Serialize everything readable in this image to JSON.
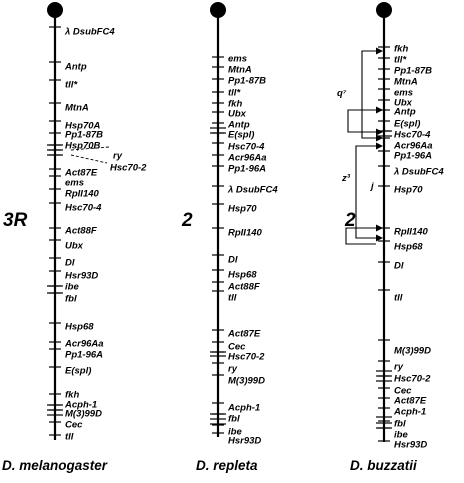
{
  "maps": [
    {
      "chromosome": "3R",
      "species": "D. melanogaster",
      "genes": [
        "λ DsubFC4",
        "Antp",
        "tll*",
        "MtnA",
        "Hsp70A",
        "Pp1-87B",
        "Hsp70B",
        "ry",
        "Hsc70-2",
        "Act87E",
        "ems",
        "RpII140",
        "Hsc70-4",
        "Act88F",
        "Ubx",
        "Dl",
        "Hsr93D",
        "ibe",
        "fbl",
        "Hsp68",
        "Acr96Aa",
        "Pp1-96A",
        "E(spl)",
        "fkh",
        "Acph-1",
        "M(3)99D",
        "Cec",
        "tll"
      ]
    },
    {
      "chromosome": "2",
      "species": "D. repleta",
      "genes": [
        "ems",
        "MtnA",
        "Pp1-87B",
        "tll*",
        "fkh",
        "Ubx",
        "Antp",
        "E(spl)",
        "Hsc70-4",
        "Acr96Aa",
        "Pp1-96A",
        "λ DsubFC4",
        "Hsp70",
        "RpII140",
        "Dl",
        "Hsp68",
        "Act88F",
        "tll",
        "Act87E",
        "Cec",
        "Hsc70-2",
        "ry",
        "M(3)99D",
        "Acph-1",
        "fbl",
        "ibe",
        "Hsr93D"
      ]
    },
    {
      "chromosome": "2",
      "species": "D. buzzatii",
      "genes": [
        "fkh",
        "tll*",
        "Pp1-87B",
        "MtnA",
        "ems",
        "Ubx",
        "Antp",
        "E(spl)",
        "Hsc70-4",
        "Acr96Aa",
        "Pp1-96A",
        "λ DsubFC4",
        "Hsp70",
        "RpII140",
        "Hsp68",
        "Dl",
        "tll",
        "M(3)99D",
        "ry",
        "Hsc70-2",
        "Cec",
        "Act87E",
        "Acph-1",
        "fbl",
        "ibe",
        "Hsr93D"
      ],
      "inversions": [
        "q⁷",
        "z³",
        "j"
      ]
    }
  ]
}
